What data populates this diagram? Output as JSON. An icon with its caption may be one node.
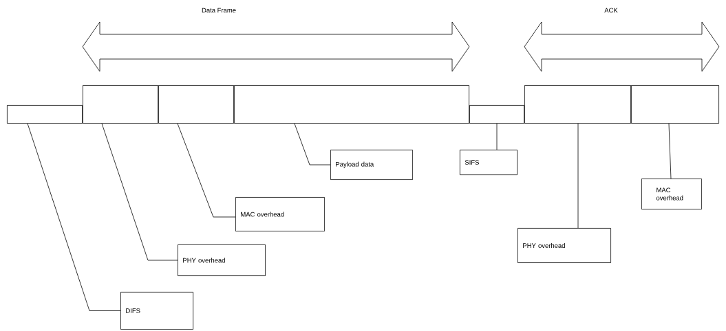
{
  "diagram": {
    "nodes": [
      {
        "text": [],
        "shape": "box"
      },
      {
        "text": [],
        "shape": "box"
      },
      {
        "text": [],
        "shape": "box"
      },
      {
        "text": [],
        "shape": "box"
      },
      {
        "text": [],
        "shape": "box"
      },
      {
        "text": [],
        "shape": "box"
      },
      {
        "text": [],
        "shape": "box"
      },
      {
        "text": [
          "Payload data"
        ]
      },
      {
        "text": [
          "SIFS"
        ]
      },
      {
        "text": [
          "MAC overhead"
        ]
      },
      {
        "text": [
          "PHY overhead"
        ]
      },
      {
        "text": [
          "DIFS"
        ]
      },
      {
        "text": [
          "PHY overhead"
        ]
      },
      {
        "text": [
          "MAC overhead"
        ]
      }
    ],
    "edges": [
      {
        "from": 7,
        "to": 3,
        "arrow": "none"
      },
      {
        "from": 8,
        "to": 4,
        "arrow": "none"
      },
      {
        "from": 9,
        "to": 2,
        "arrow": "none"
      },
      {
        "from": 10,
        "to": 1,
        "arrow": "none"
      },
      {
        "from": 11,
        "to": 0,
        "arrow": "none"
      },
      {
        "from": 12,
        "to": 5,
        "arrow": "none"
      },
      {
        "from": 13,
        "to": 6,
        "arrow": "none"
      }
    ],
    "labels": [
      "Data Frame",
      "ACK"
    ]
  }
}
